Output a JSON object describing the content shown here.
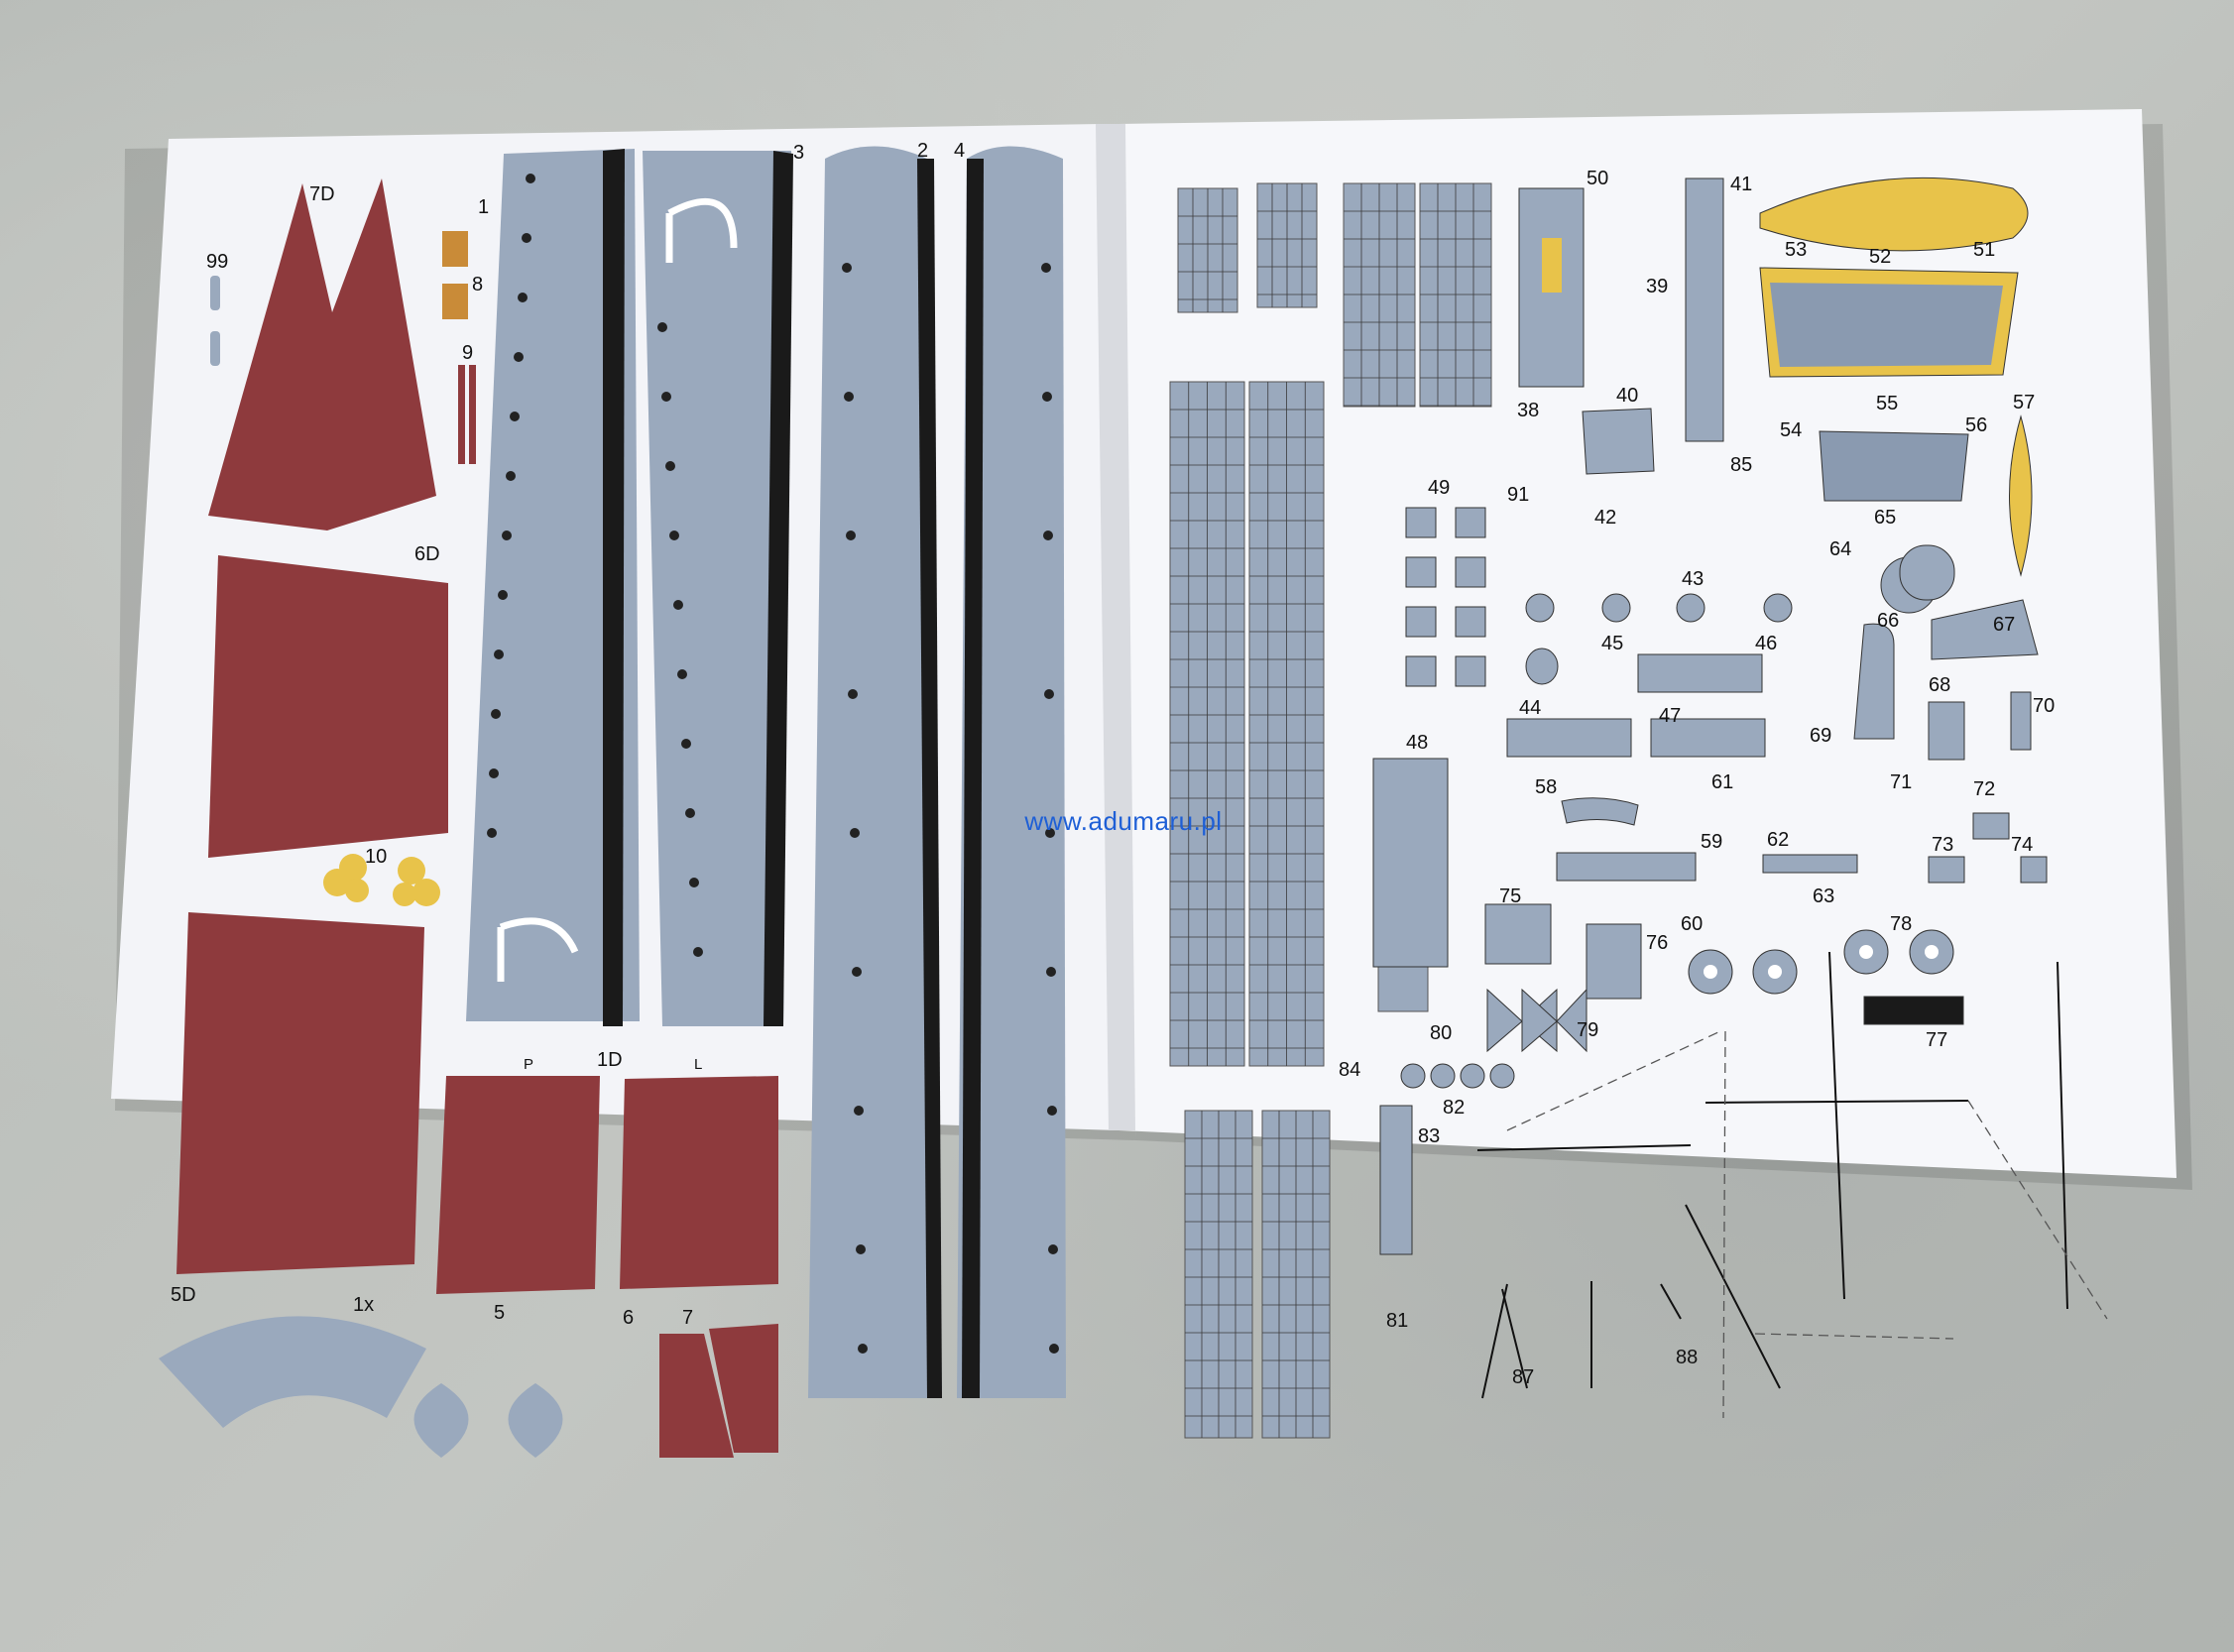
{
  "watermark": {
    "url": "www.adumaru.pl"
  },
  "left_page": {
    "labels": [
      "7D",
      "99",
      "8",
      "9",
      "6D",
      "10",
      "5D",
      "1x",
      "1",
      "3",
      "2",
      "4",
      "P",
      "1D",
      "L",
      "5",
      "6",
      "7"
    ],
    "part_colors": {
      "hull_grey": "#9aa9bd",
      "deck_red": "#8e3a3d",
      "stripe_black": "#1a1a1a",
      "paper": "#f4f5f8"
    }
  },
  "right_page": {
    "labels": [
      "50",
      "41",
      "53",
      "52",
      "51",
      "39",
      "38",
      "40",
      "55",
      "57",
      "56",
      "54",
      "85",
      "91",
      "49",
      "42",
      "64",
      "65",
      "43",
      "45",
      "46",
      "66",
      "67",
      "44",
      "47",
      "68",
      "70",
      "48",
      "69",
      "58",
      "61",
      "71",
      "72",
      "59",
      "62",
      "73",
      "74",
      "63",
      "75",
      "76",
      "60",
      "78",
      "77",
      "80",
      "79",
      "84",
      "82",
      "83",
      "81",
      "87",
      "88"
    ],
    "part_colors": {
      "boat_yellow": "#e8c34a",
      "boat_blue": "#8a9ab0"
    }
  }
}
